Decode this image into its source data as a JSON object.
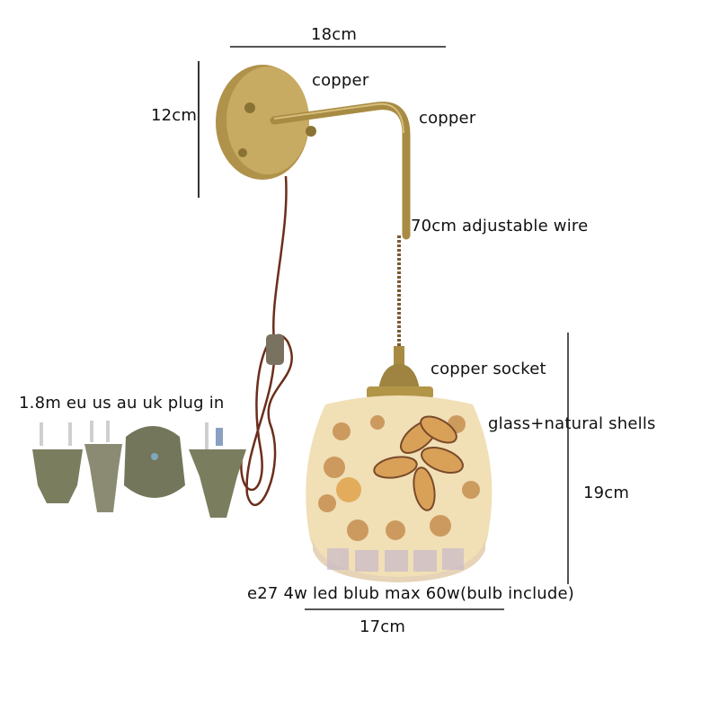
{
  "product": {
    "name": "shell glass pendant wall lamp",
    "colors": {
      "brass": "#b89a4e",
      "brass_dark": "#8a7234",
      "cord": "#6b2e1c",
      "shade": "#f3e4c2",
      "plug": "#7b7d5f",
      "annotation_line": "#555555"
    }
  },
  "annotations": {
    "width_top": "18cm",
    "height_backplate": "12cm",
    "backplate_material": "copper",
    "arm_material": "copper",
    "wire": "70cm adjustable wire",
    "socket": "copper socket",
    "shade_material": "glass+natural shells",
    "shade_height": "19cm",
    "bulb": "e27 4w led blub max 60w(bulb include)",
    "shade_width": "17cm",
    "plug": "1.8m eu us au uk plug in"
  },
  "plugs": [
    "eu",
    "us",
    "uk",
    "au"
  ]
}
